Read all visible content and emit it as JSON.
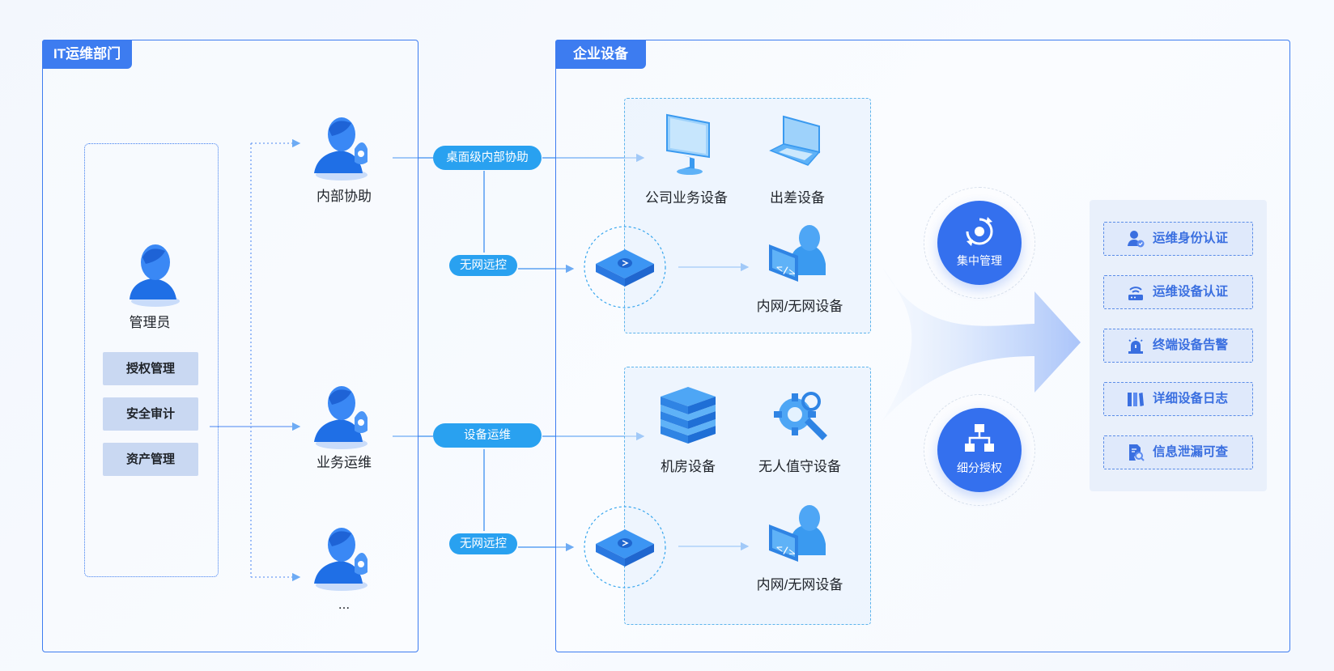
{
  "it_dept": {
    "title": "IT运维部门",
    "admin_label": "管理员",
    "buttons": [
      "授权管理",
      "安全审计",
      "资产管理"
    ],
    "roles": [
      "内部协助",
      "业务运维",
      "..."
    ]
  },
  "enterprise": {
    "title": "企业设备",
    "flows": {
      "desktop_assist": "桌面级内部协助",
      "no_net_1": "无网远控",
      "device_ops": "设备运维",
      "no_net_2": "无网远控"
    },
    "devices": {
      "company": "公司业务设备",
      "travel": "出差设备",
      "intranet_1": "内网/无网设备",
      "server_room": "机房设备",
      "unattended": "无人值守设备",
      "intranet_2": "内网/无网设备"
    }
  },
  "central": {
    "manage": "集中管理",
    "authorize": "细分授权"
  },
  "features": [
    "运维身份认证",
    "运维设备认证",
    "终端设备告警",
    "详细设备日志",
    "信息泄漏可查"
  ],
  "colors": {
    "primary": "#3d7cf0",
    "pill": "#29a1f0",
    "feature_text": "#3a6fe0"
  }
}
